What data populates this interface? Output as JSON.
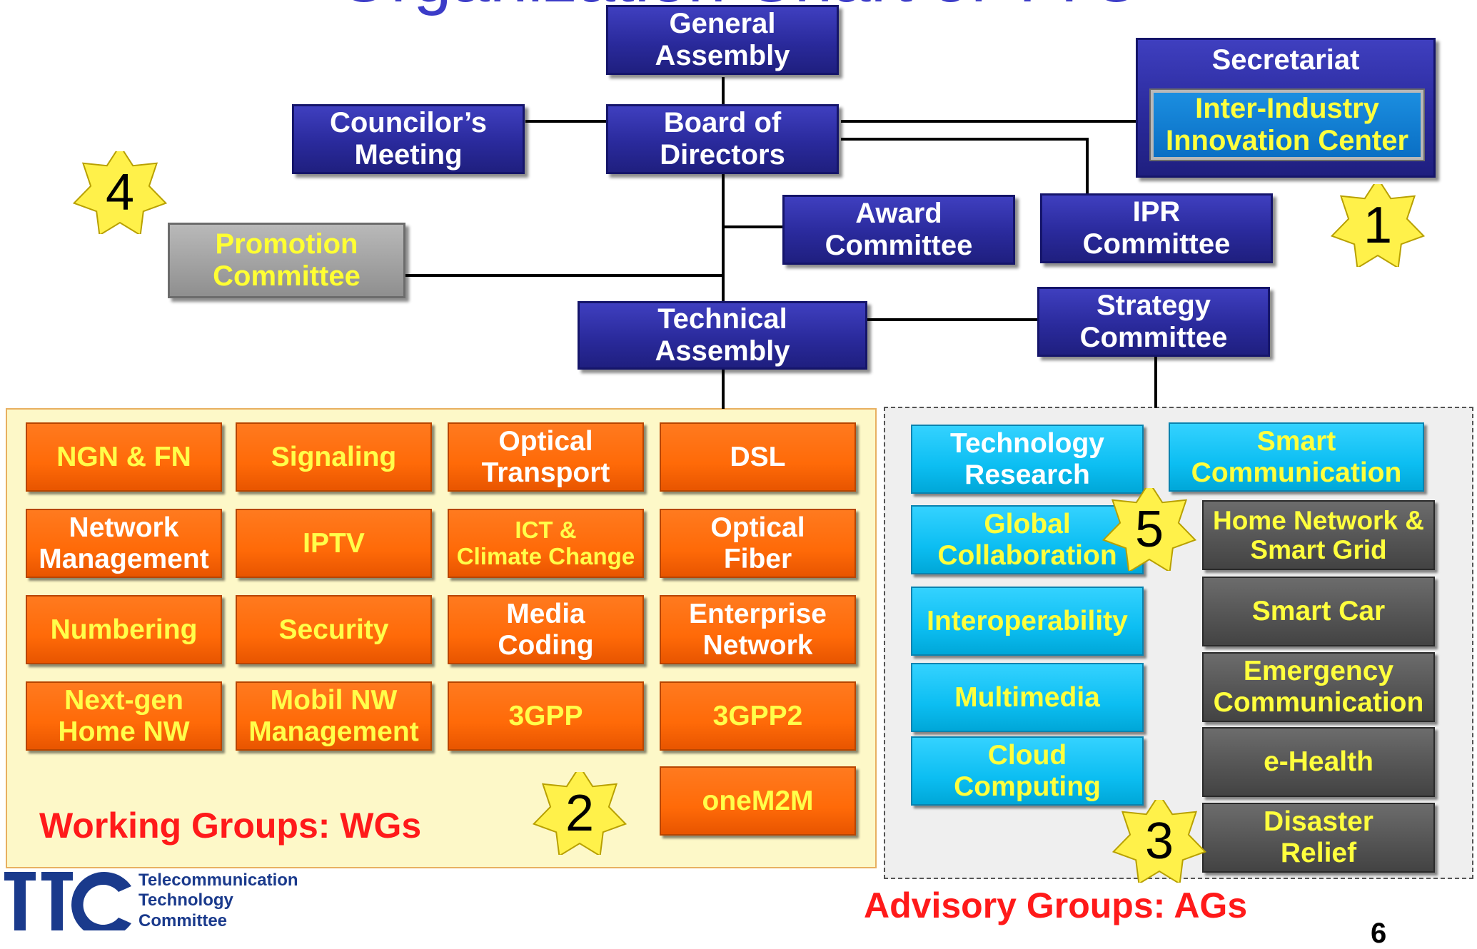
{
  "title": "Organization Chart of TTC",
  "top": {
    "general_assembly": "General\nAssembly",
    "councilors_meeting": "Councilor’s\nMeeting",
    "board_of_directors": "Board of\nDirectors",
    "secretariat": "Secretariat",
    "inter_industry": "Inter-Industry\nInnovation Center",
    "award_committee": "Award\nCommittee",
    "ipr_committee": "IPR\nCommittee",
    "promotion_committee": "Promotion\nCommittee",
    "technical_assembly": "Technical\nAssembly",
    "strategy_committee": "Strategy\nCommittee"
  },
  "working_groups": {
    "label": "Working Groups: WGs",
    "items": [
      "NGN & FN",
      "Signaling",
      "Optical\nTransport",
      "DSL",
      "Network\nManagement",
      "IPTV",
      "ICT &\nClimate Change",
      "Optical\nFiber",
      "Numbering",
      "Security",
      "Media\nCoding",
      "Enterprise\nNetwork",
      "Next-gen\nHome NW",
      "Mobil NW\nManagement",
      "3GPP",
      "3GPP2",
      "oneM2M"
    ]
  },
  "advisory_groups": {
    "label": "Advisory Groups: AGs",
    "left": [
      "Technology\nResearch",
      "Global\nCollaboration",
      "Interoperability",
      "Multimedia",
      "Cloud\nComputing"
    ],
    "smart_communication": "Smart\nCommunication",
    "right": [
      "Home Network &\nSmart Grid",
      "Smart Car",
      "Emergency\nCommunication",
      "e-Health",
      "Disaster\nRelief"
    ]
  },
  "stars": [
    "1",
    "2",
    "3",
    "4",
    "5"
  ],
  "logo": {
    "mark": "TTC",
    "text": "Telecommunication\nTechnology\nCommittee"
  },
  "page_number": "6",
  "colors": {
    "navy": "#2a2a9c",
    "orange": "#ff6a08",
    "cyan": "#0cbef2",
    "grey": "#535353",
    "star": "#fff14a",
    "group_label": "#ff1a1a"
  }
}
